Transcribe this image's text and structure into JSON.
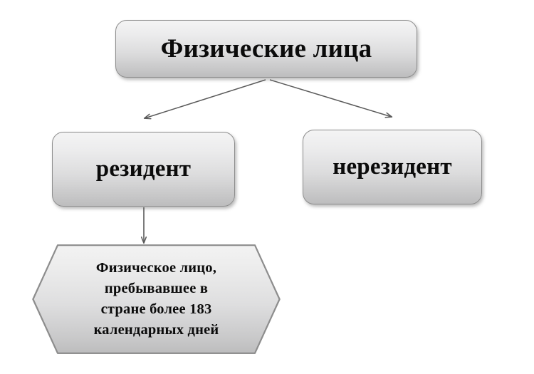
{
  "diagram": {
    "title_node": {
      "id": "root",
      "label": "Физические лица"
    },
    "branches": [
      {
        "id": "resident",
        "label": "резидент"
      },
      {
        "id": "nonresident",
        "label": "нерезидент"
      }
    ],
    "definition_node": {
      "id": "definition",
      "label": "Физическое лицо,\nпребывавшее в\nстране  более 183\nкалендарных дней",
      "lines": [
        "Физическое лицо,",
        "пребывавшее в",
        "стране  более 183",
        "календарных дней"
      ],
      "days": "183"
    },
    "connectors": [
      {
        "id": "root-to-resident",
        "from": "root",
        "to": "resident"
      },
      {
        "id": "root-to-nonresident",
        "from": "root",
        "to": "nonresident"
      },
      {
        "id": "resident-to-definition",
        "from": "resident",
        "to": "definition"
      }
    ],
    "colors": {
      "background": "#ffffff",
      "node_border": "#8d8d8d",
      "node_fill_top": "#f4f4f4",
      "node_fill_bottom": "#bdbdbe",
      "text": "#0b0b0b",
      "connector": "#5a5a5a"
    }
  }
}
